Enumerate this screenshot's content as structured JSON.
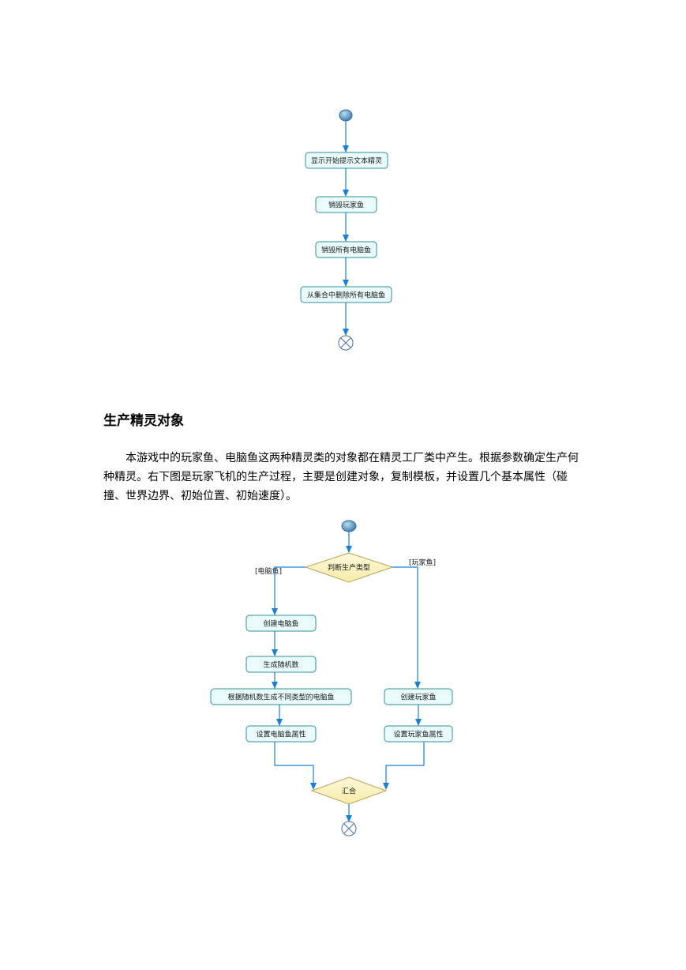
{
  "diagram1": {
    "activities": [
      "显示开始提示文本精灵",
      "销毁玩家鱼",
      "销毁所有电脑鱼",
      "从集合中删除所有电脑鱼"
    ]
  },
  "section": {
    "heading": "生产精灵对象",
    "paragraph": "本游戏中的玩家鱼、电脑鱼这两种精灵类的对象都在精灵工厂类中产生。根据参数确定生产何种精灵。右下图是玩家飞机的生产过程，主要是创建对象，复制模板，并设置几个基本属性（碰撞、世界边界、初始位置、初始速度）。"
  },
  "diagram2": {
    "decision": "判断生产类型",
    "guard_left": "[电脑鱼]",
    "guard_right": "[玩家鱼]",
    "left_branch": [
      "创建电脑鱼",
      "生成随机数",
      "根据随机数生成不同类型的电脑鱼",
      "设置电脑鱼属性"
    ],
    "right_branch": [
      "创建玩家鱼",
      "设置玩家鱼属性"
    ],
    "merge": "汇合"
  },
  "colors": {
    "activity_fill": "#e9fbfb",
    "activity_border": "#2f8f9a",
    "arrow": "#1b7fd6",
    "decision_fill": "#fbf5c8",
    "decision_border": "#b9a25a",
    "node_blue": "#4d8fbf"
  }
}
